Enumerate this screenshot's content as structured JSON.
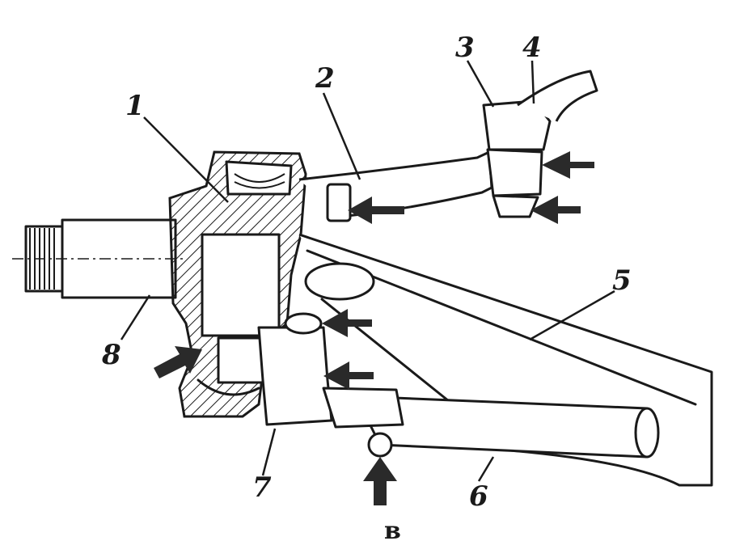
{
  "figure": {
    "callouts": [
      {
        "id": "1",
        "label": "1"
      },
      {
        "id": "2",
        "label": "2"
      },
      {
        "id": "3",
        "label": "3"
      },
      {
        "id": "4",
        "label": "4"
      },
      {
        "id": "5",
        "label": "5"
      },
      {
        "id": "6",
        "label": "6"
      },
      {
        "id": "7",
        "label": "7"
      },
      {
        "id": "8",
        "label": "8"
      }
    ],
    "sublabel": "в"
  },
  "colors": {
    "ink": "#1a1a1a",
    "paper": "#ffffff",
    "hatch": "#2a2a2a"
  },
  "icons": [
    "arrow-right-icon",
    "arrow-up-icon",
    "arrow-diagonal-icon"
  ]
}
